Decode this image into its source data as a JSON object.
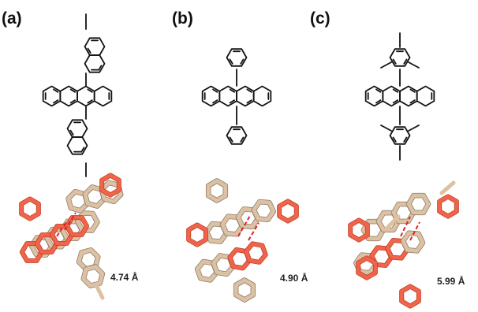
{
  "panels": [
    {
      "label": "(a)",
      "distance": "4.74 Å"
    },
    {
      "label": "(b)",
      "distance": "4.90 Å"
    },
    {
      "label": "(c)",
      "distance": "5.99 Å"
    }
  ],
  "colors": {
    "bond": "#111111",
    "model_tan": "#dcc1a3",
    "model_dark": "#8a7a6a",
    "model_red": "#f0654a",
    "contact_line": "#e02020"
  }
}
